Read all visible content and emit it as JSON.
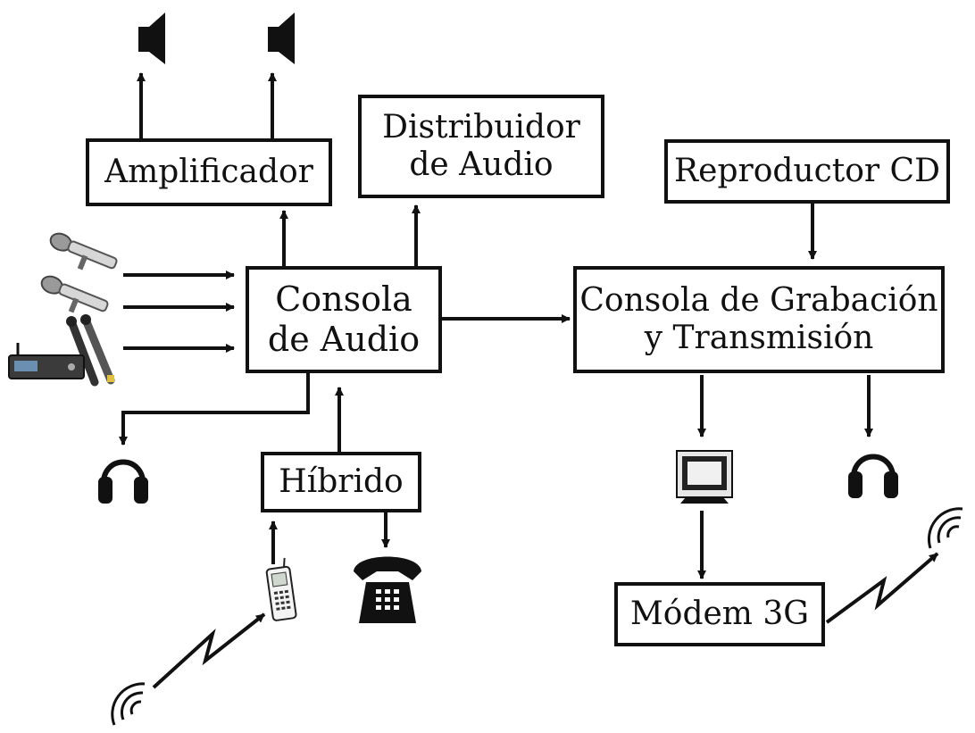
{
  "diagram": {
    "blocks": {
      "amplificador": {
        "label": "Amplificador"
      },
      "distribuidor": {
        "line1": "Distribuidor",
        "line2": "de Audio"
      },
      "reproductor_cd": {
        "label": "Reproductor CD"
      },
      "consola_audio": {
        "line1": "Consola",
        "line2": "de Audio"
      },
      "consola_grabacion": {
        "line1": "Consola de Grabación",
        "line2": "y Transmisión"
      },
      "hibrido": {
        "label": "Híbrido"
      },
      "modem": {
        "label": "Módem 3G"
      }
    },
    "icons": [
      "speaker-icon",
      "microphone-icon",
      "wireless-receiver-icon",
      "handheld-microphone-icon",
      "headphones-icon",
      "telephone-icon",
      "mobile-phone-icon",
      "computer-monitor-icon",
      "radio-wave-icon",
      "lightning-link-icon"
    ],
    "colors": {
      "line": "#111111",
      "background": "#ffffff"
    }
  }
}
